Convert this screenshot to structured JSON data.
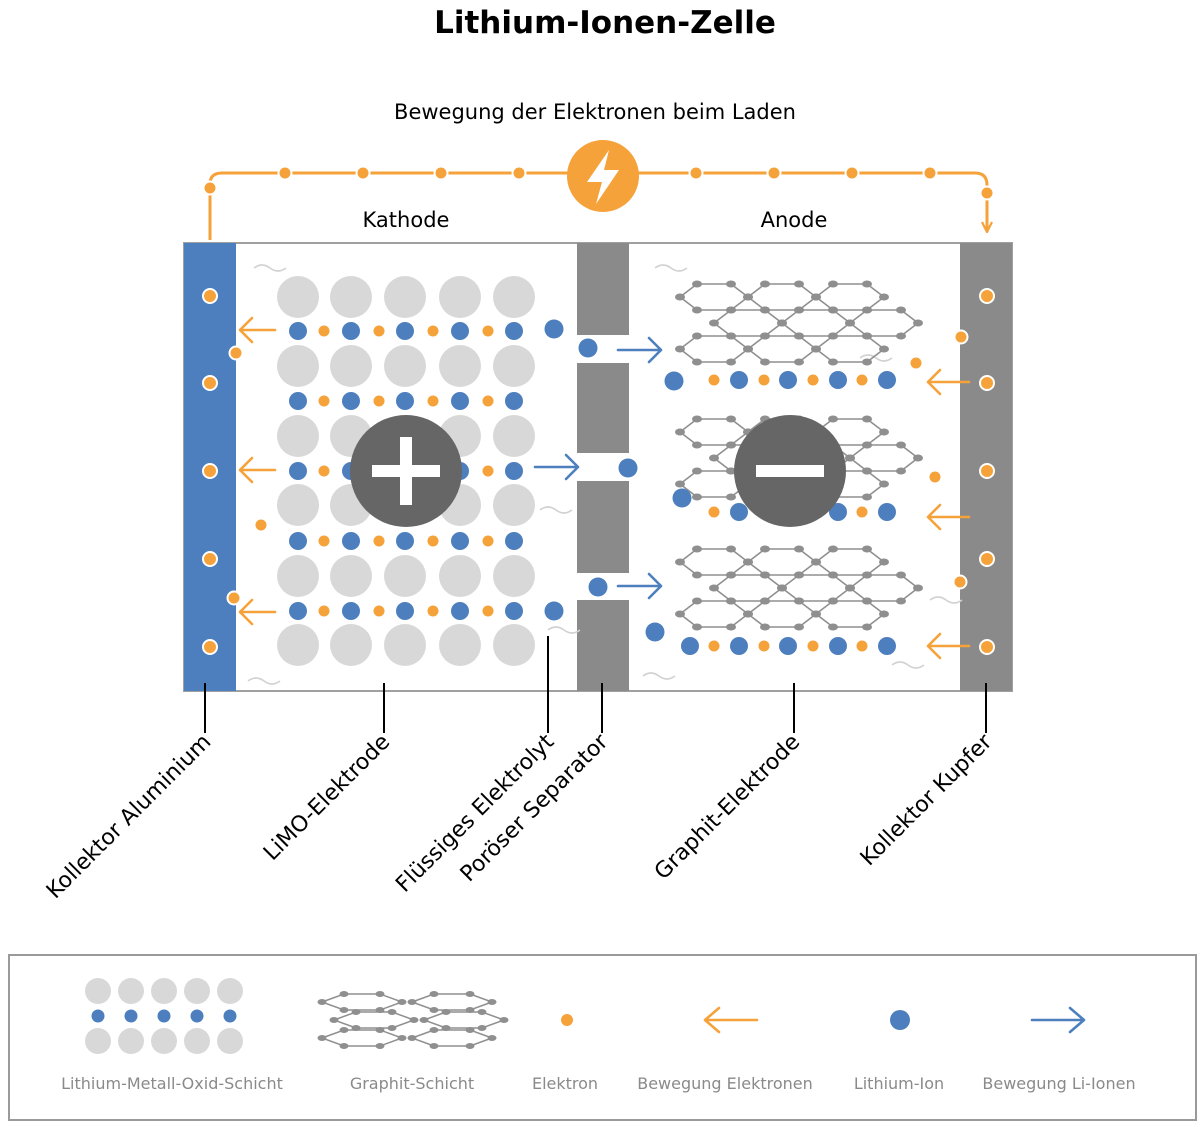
{
  "title": "Lithium-Ionen-Zelle",
  "charging_caption": "Bewegung der Elektronen beim Laden",
  "cathode_label": "Kathode",
  "anode_label": "Anode",
  "callouts": {
    "collector_aluminium": "Kollektor Aluminium",
    "limo_electrode": "LiMO-Elektrode",
    "liquid_electrolyte": "Flüssiges Elektrolyt",
    "porous_separator": "Poröser Separator",
    "graphite_electrode": "Graphit-Elektrode",
    "collector_copper": "Kollektor Kupfer"
  },
  "legend": {
    "lmo_layer": "Lithium-Metall-Oxid-Schicht",
    "graphite_layer": "Graphit-Schicht",
    "electron": "Elektron",
    "electron_movement": "Bewegung Elektronen",
    "lithium_ion": "Lithium-Ion",
    "li_ion_movement": "Bewegung Li-Ionen"
  },
  "colors": {
    "orange": "#f6a23a",
    "blue": "#4d7fbe",
    "collector_copper": "#8a8a8a",
    "separator": "#8a8a8a",
    "lmo_sphere": "#d8d8d8",
    "graphite": "#8f8f8f",
    "sign_circle": "#666666",
    "legend_text": "#8a8a8a"
  },
  "icons": {
    "charger": "lightning-bolt-icon",
    "cathode_sign": "plus-icon",
    "anode_sign": "minus-icon"
  }
}
